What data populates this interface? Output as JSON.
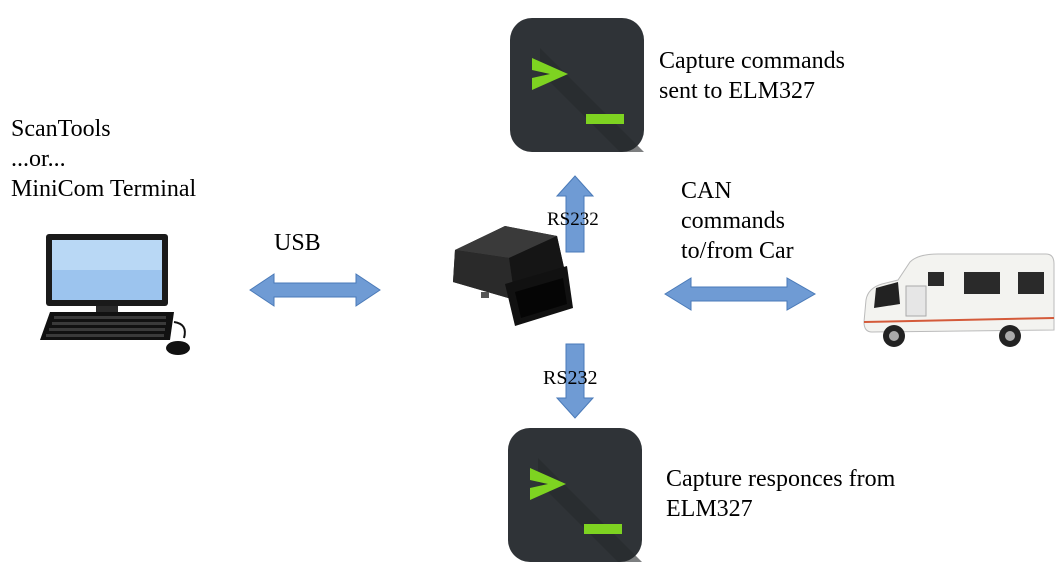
{
  "left_label": [
    "ScanTools",
    "...or...",
    "MiniCom Terminal"
  ],
  "usb_label": "USB",
  "rs232_top_label": "RS232",
  "rs232_bottom_label": "RS232",
  "can_label": [
    "CAN",
    "commands",
    "to/from Car"
  ],
  "terminal_top_caption": [
    "Capture commands",
    "sent to ELM327"
  ],
  "terminal_bottom_caption": [
    "Capture responces from",
    "ELM327"
  ],
  "colors": {
    "arrow_fill": "#6f9bd4",
    "arrow_stroke": "#4a7ab8",
    "terminal_bg": "#2f3337",
    "terminal_accent": "#7ed321"
  },
  "icons": [
    "desktop-computer-icon",
    "obd-adapter-icon",
    "terminal-icon",
    "motorhome-icon"
  ]
}
